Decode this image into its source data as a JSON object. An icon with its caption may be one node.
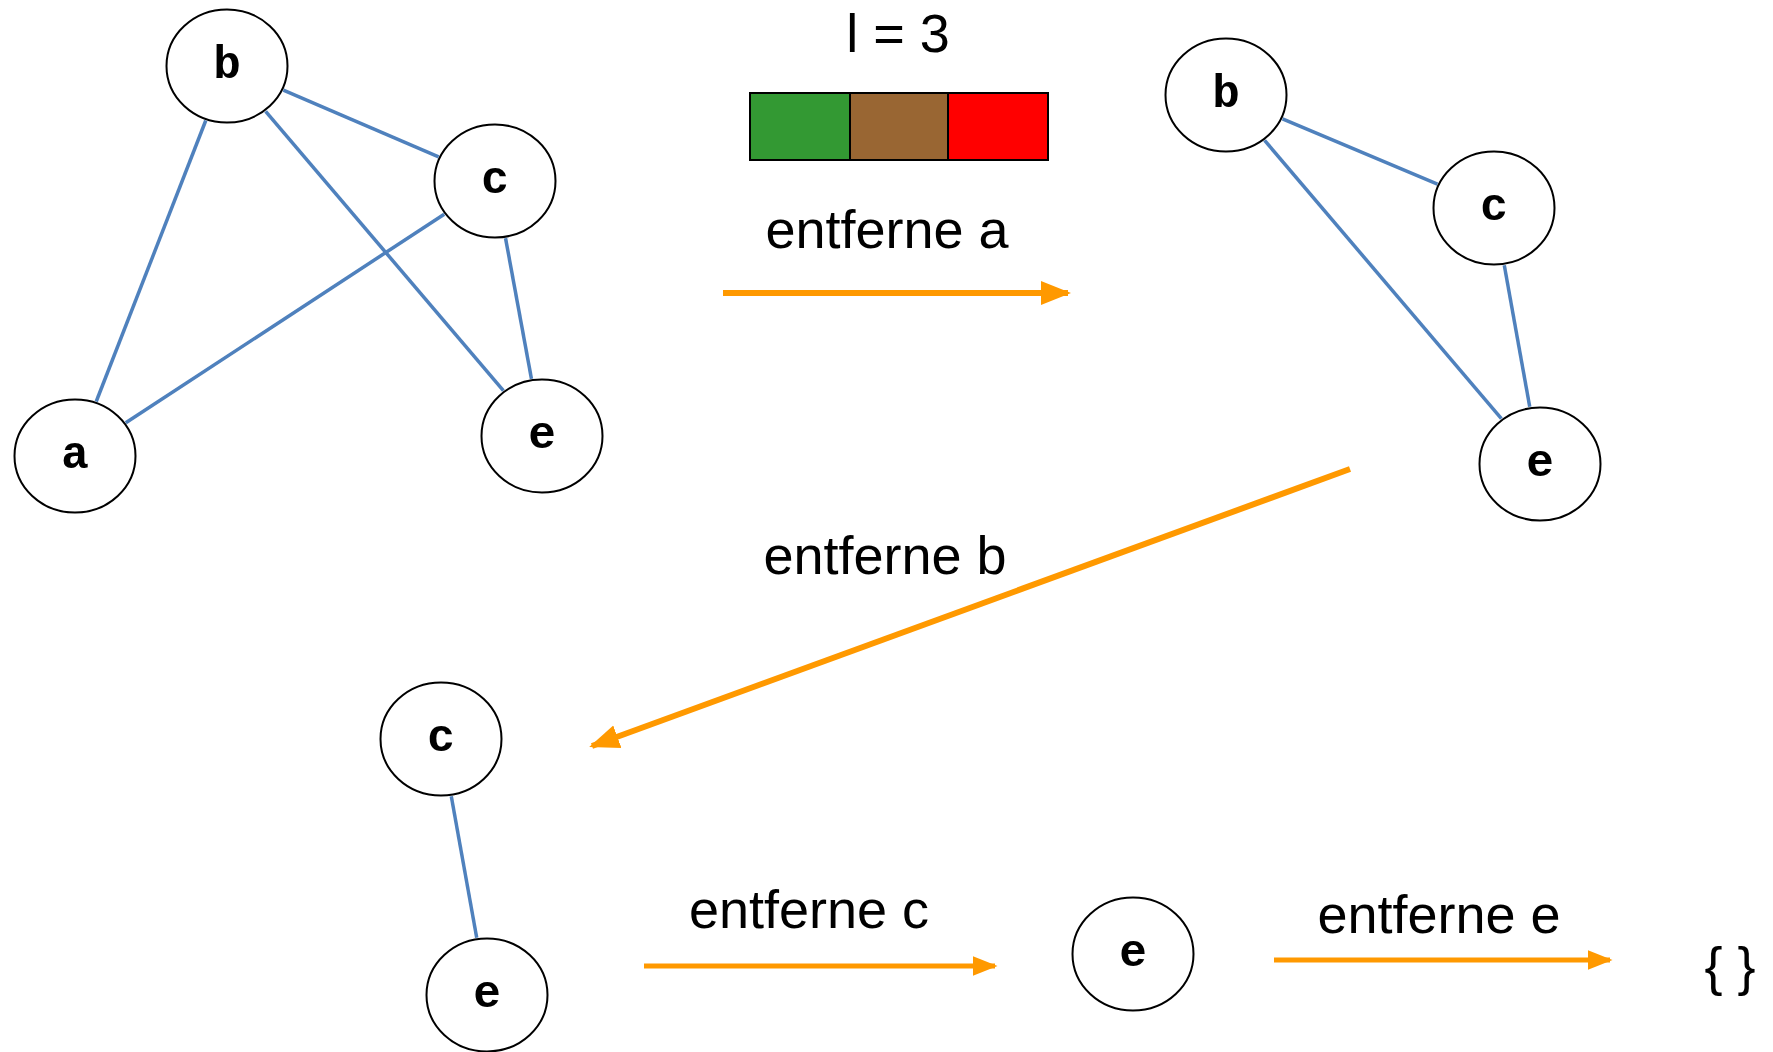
{
  "diagram": {
    "nodes": [
      {
        "text": [
          "b"
        ]
      },
      {
        "text": [
          "c"
        ]
      },
      {
        "text": [
          "a"
        ]
      },
      {
        "text": [
          "e"
        ]
      },
      {
        "text": [
          "b"
        ]
      },
      {
        "text": [
          "c"
        ]
      },
      {
        "text": [
          "e"
        ]
      },
      {
        "text": [
          "c"
        ]
      },
      {
        "text": [
          "e"
        ]
      },
      {
        "text": [
          "e"
        ]
      },
      {
        "text": [
          "{ }"
        ]
      }
    ],
    "edges": [
      {
        "from": 0,
        "to": 2,
        "arrow": "none"
      },
      {
        "from": 0,
        "to": 1,
        "arrow": "none"
      },
      {
        "from": 0,
        "to": 3,
        "arrow": "none"
      },
      {
        "from": 1,
        "to": 2,
        "arrow": "none"
      },
      {
        "from": 1,
        "to": 3,
        "arrow": "none"
      },
      {
        "from": 4,
        "to": 5,
        "arrow": "none"
      },
      {
        "from": 4,
        "to": 6,
        "arrow": "none"
      },
      {
        "from": 5,
        "to": 6,
        "arrow": "none"
      },
      {
        "from": 7,
        "to": 8,
        "arrow": "none"
      },
      {
        "from": 8,
        "to": 9,
        "arrow": "to",
        "label": "entferne c",
        "color": "#ff9900"
      },
      {
        "from": 9,
        "to": 10,
        "arrow": "to",
        "label": "entferne e",
        "color": "#ff9900"
      }
    ],
    "labels": [
      "l = 3",
      "entferne a",
      "entferne b"
    ]
  }
}
